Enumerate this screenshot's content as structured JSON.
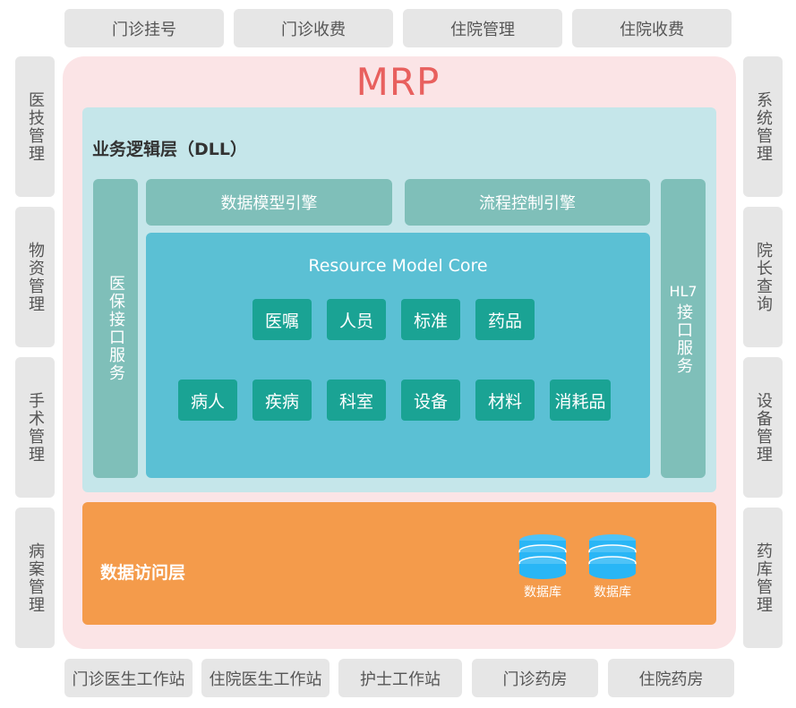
{
  "top_modules": [
    "门诊挂号",
    "门诊收费",
    "住院管理",
    "住院收费"
  ],
  "left_modules": [
    "医技管理",
    "物资管理",
    "手术管理",
    "病案管理"
  ],
  "right_modules": [
    "系统管理",
    "院长查询",
    "设备管理",
    "药库管理"
  ],
  "bottom_modules": [
    "门诊医生工作站",
    "住院医生工作站",
    "护士工作站",
    "门诊药房",
    "住院药房"
  ],
  "mrp": {
    "title": "MRP",
    "dll_label": "业务逻辑层（DLL）",
    "left_service": "医保接口服务",
    "right_service_prefix": "HL7",
    "right_service": "接口服务",
    "engines": [
      "数据模型引擎",
      "流程控制引擎"
    ],
    "core": {
      "title": "Resource Model Core",
      "row1": [
        "医嘱",
        "人员",
        "标准",
        "药品"
      ],
      "row2": [
        "病人",
        "疾病",
        "科室",
        "设备",
        "材料",
        "消耗品"
      ]
    },
    "data_layer": {
      "label": "数据访问层",
      "databases": [
        "数据库",
        "数据库"
      ]
    }
  },
  "colors": {
    "gray": "#e6e6e6",
    "pink": "#fbe4e6",
    "title_red": "#e8605e",
    "dll_bg": "#c5e6ea",
    "teal": "#7fbfb9",
    "core": "#5bc0d4",
    "chip": "#1aa394",
    "orange": "#f49b4b",
    "db": "#4fc3f7"
  }
}
